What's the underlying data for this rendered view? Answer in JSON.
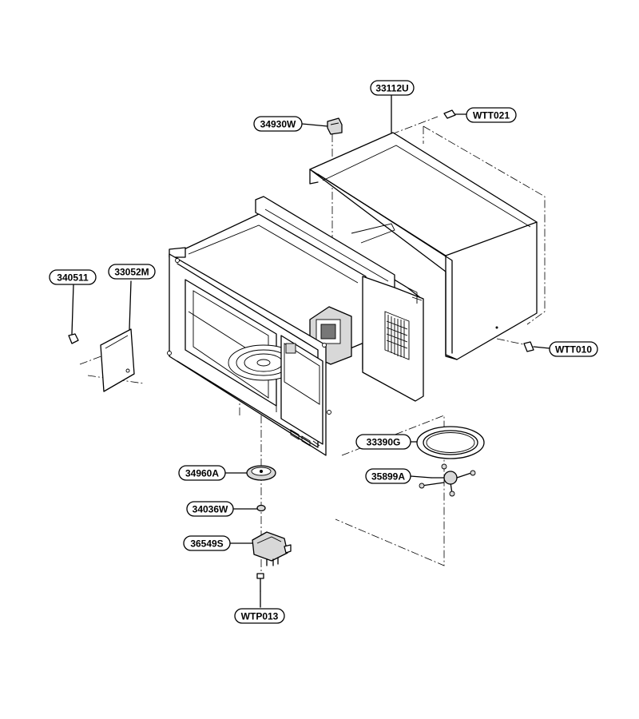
{
  "labels": [
    {
      "id": "33112U",
      "text": "33112U"
    },
    {
      "id": "WTT021",
      "text": "WTT021"
    },
    {
      "id": "34930W",
      "text": "34930W"
    },
    {
      "id": "340511",
      "text": "340511"
    },
    {
      "id": "33052M",
      "text": "33052M"
    },
    {
      "id": "WTT010",
      "text": "WTT010"
    },
    {
      "id": "33390G",
      "text": "33390G"
    },
    {
      "id": "35899A",
      "text": "35899A"
    },
    {
      "id": "34960A",
      "text": "34960A"
    },
    {
      "id": "34036W",
      "text": "34036W"
    },
    {
      "id": "36549S",
      "text": "36549S"
    },
    {
      "id": "WTP013",
      "text": "WTP013"
    }
  ]
}
